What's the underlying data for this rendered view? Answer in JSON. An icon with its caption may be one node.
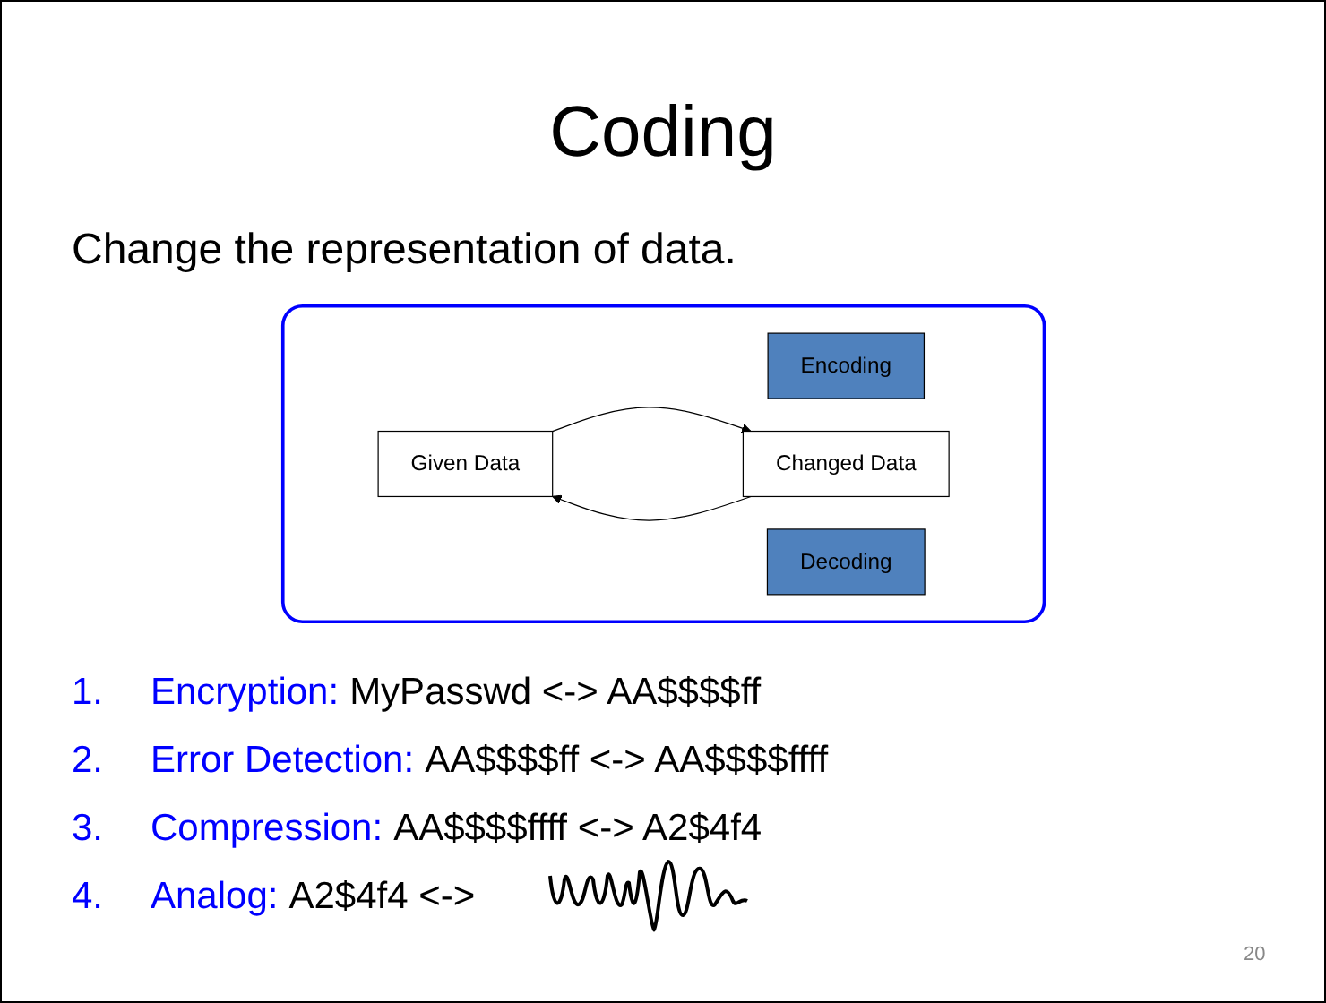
{
  "diagram": {
    "title": "Coding",
    "nodes": [
      {
        "text": [],
        "shape": "box"
      },
      {
        "text": [
          "Encoding"
        ],
        "in": 0
      },
      {
        "text": [
          "Given Data"
        ],
        "in": 0
      },
      {
        "text": [
          "Changed Data"
        ],
        "in": 0
      },
      {
        "text": [
          "Decoding"
        ],
        "in": 0
      }
    ],
    "edges": [
      {
        "from": 2,
        "to": 3,
        "arrow": "to"
      },
      {
        "from": 3,
        "to": 2,
        "arrow": "to"
      }
    ],
    "labels": [
      "Change the representation of data.",
      "1.",
      "Encryption:",
      "MyPasswd  <-> AA$$$$ff",
      "2.",
      "Error Detection:",
      "AA$$$$ff <-> AA$$$$ffff",
      "3.",
      "Compression:",
      "AA$$$$ffff <-> A2$4f4",
      "4.",
      "Analog:",
      "A2$4f4 <->",
      "20"
    ]
  }
}
